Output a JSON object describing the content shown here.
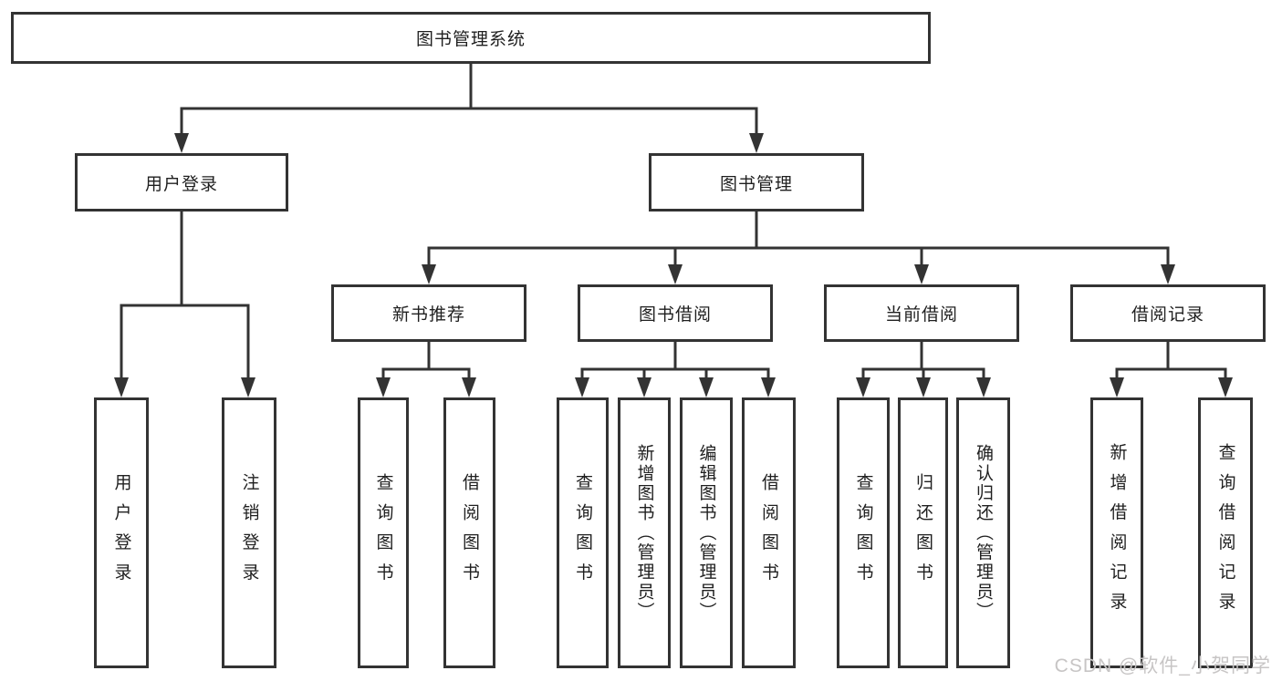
{
  "diagram": {
    "line_color": "#333333",
    "text_color": "#1f1f1f",
    "nodes": {
      "root": "图书管理系统",
      "user_login": "用户登录",
      "book_mgmt": "图书管理",
      "new_book_rec": "新书推荐",
      "book_borrow": "图书借阅",
      "current_borrow": "当前借阅",
      "borrow_records": "借阅记录",
      "ul_login": "用户登录",
      "ul_logout": "注销登录",
      "nb_query": "查询图书",
      "nb_borrow": "借阅图书",
      "bb_query": "查询图书",
      "bb_add": "新增图书（管理员）",
      "bb_edit": "编辑图书（管理员）",
      "bb_borrow": "借阅图书",
      "cb_query": "查询图书",
      "cb_return": "归还图书",
      "cb_confirm": "确认归还（管理员）",
      "br_add": "新增借阅记录",
      "br_query": "查询借阅记录"
    }
  },
  "watermark": {
    "text": "CSDN @软件_小贺同学",
    "color": "#c7c5c5"
  }
}
